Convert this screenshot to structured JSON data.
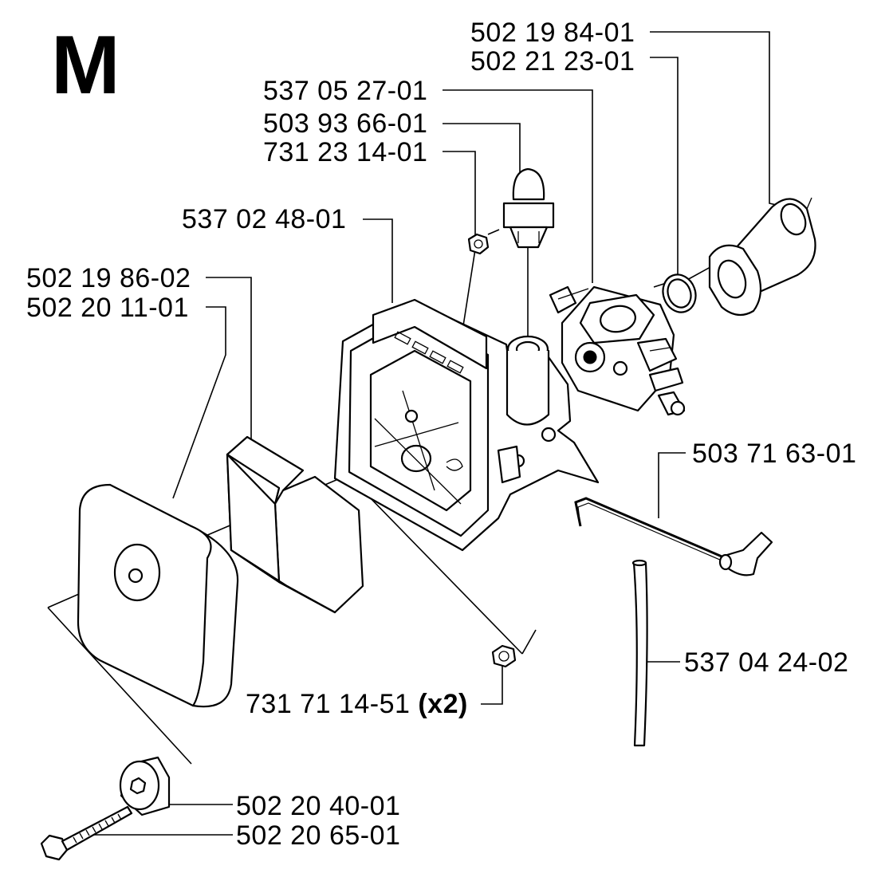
{
  "section": {
    "letter": "M"
  },
  "parts": [
    {
      "id": "p1",
      "number": "502 19 84-01",
      "qty": ""
    },
    {
      "id": "p2",
      "number": "502 21 23-01",
      "qty": ""
    },
    {
      "id": "p3",
      "number": "537 05 27-01",
      "qty": ""
    },
    {
      "id": "p4",
      "number": "503 93 66-01",
      "qty": ""
    },
    {
      "id": "p5",
      "number": "731 23 14-01",
      "qty": ""
    },
    {
      "id": "p6",
      "number": "537 02 48-01",
      "qty": ""
    },
    {
      "id": "p7",
      "number": "502 19 86-02",
      "qty": ""
    },
    {
      "id": "p8",
      "number": "502 20 11-01",
      "qty": ""
    },
    {
      "id": "p9",
      "number": "503 71 63-01",
      "qty": ""
    },
    {
      "id": "p10",
      "number": "537 04 24-02",
      "qty": ""
    },
    {
      "id": "p11",
      "number": "731 71 14-51",
      "qty": "(x2)"
    },
    {
      "id": "p12",
      "number": "502 20 40-01",
      "qty": ""
    },
    {
      "id": "p13",
      "number": "502 20 65-01",
      "qty": ""
    }
  ]
}
